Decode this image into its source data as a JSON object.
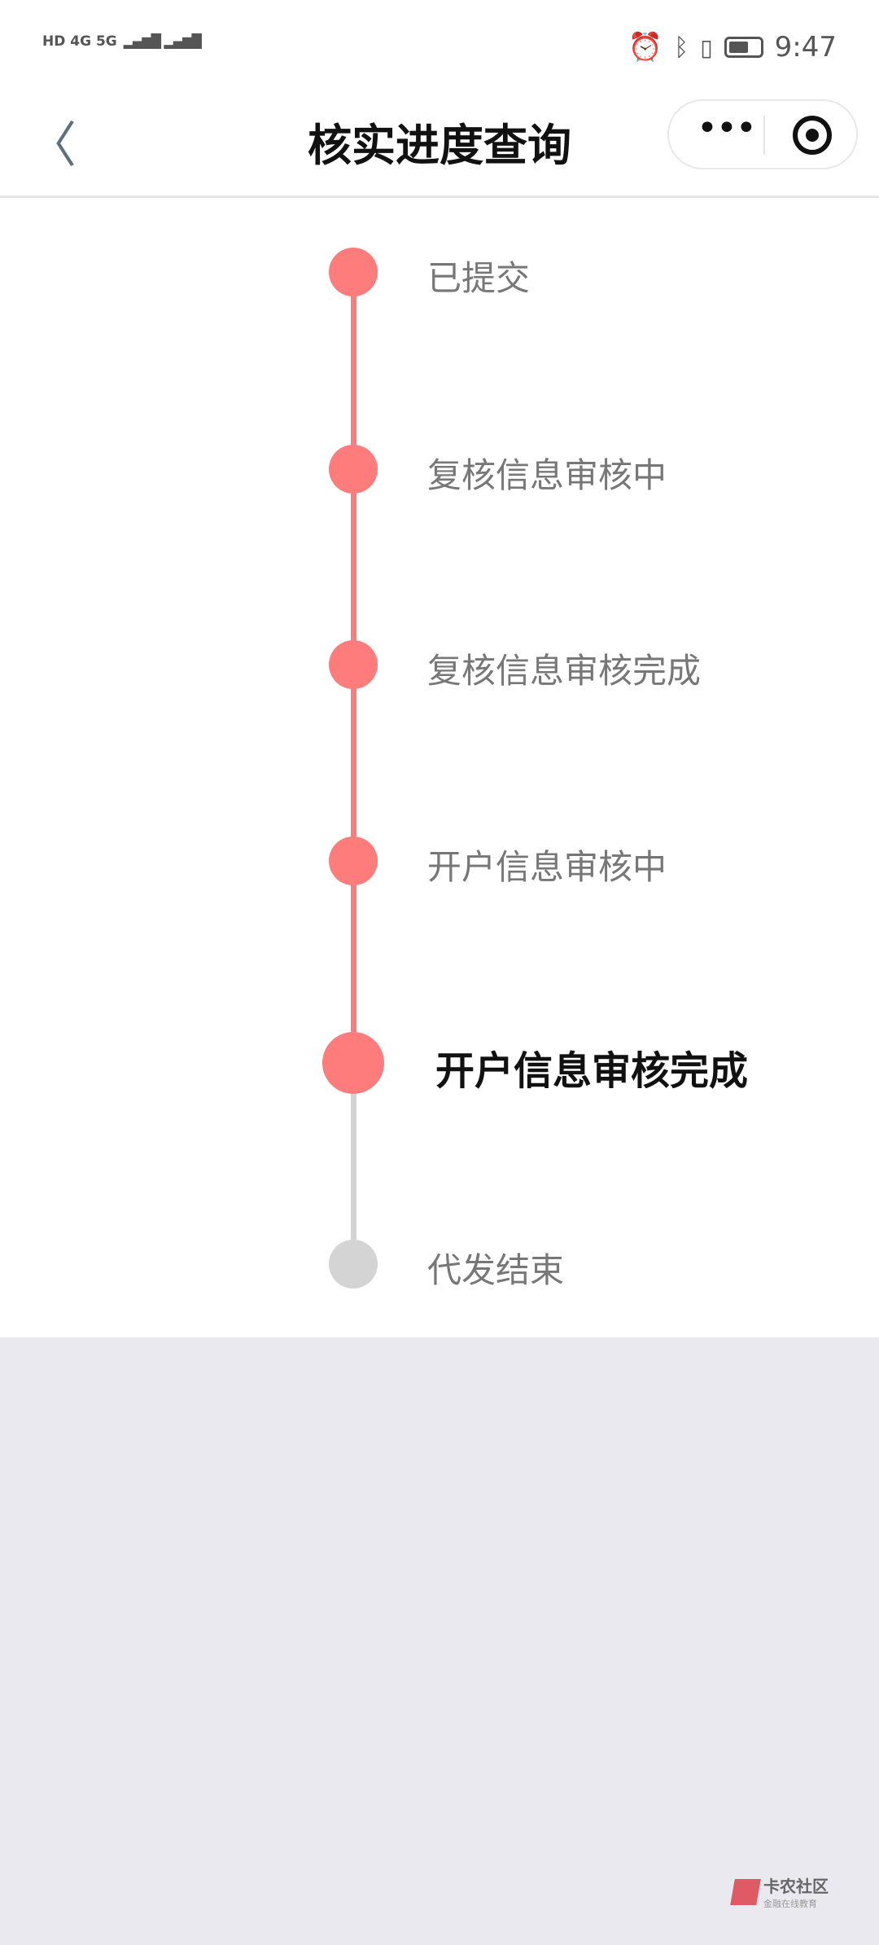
{
  "status_bar": {
    "left": "HD 4G 5G",
    "time": "9:47"
  },
  "nav": {
    "title": "核实进度查询",
    "more_label": "•••"
  },
  "colors": {
    "done": "#fe7c7b",
    "pending": "#d4d4d4"
  },
  "steps": [
    {
      "label": "已提交",
      "state": "done"
    },
    {
      "label": "复核信息审核中",
      "state": "done"
    },
    {
      "label": "复核信息审核完成",
      "state": "done"
    },
    {
      "label": "开户信息审核中",
      "state": "done"
    },
    {
      "label": "开户信息审核完成",
      "state": "current"
    },
    {
      "label": "代发结束",
      "state": "pending"
    }
  ],
  "watermark": {
    "name": "卡农社区",
    "slogan": "金融在线教育"
  }
}
